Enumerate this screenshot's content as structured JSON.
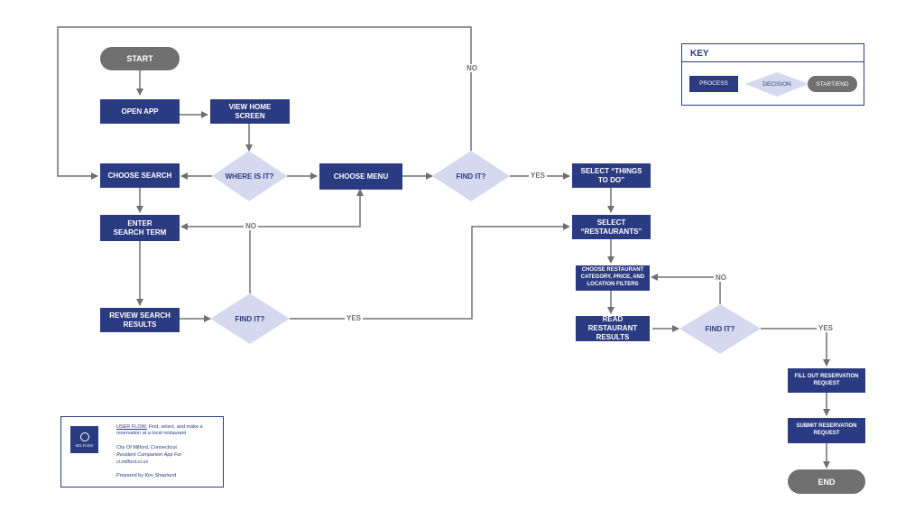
{
  "nodes": {
    "start": "START",
    "open_app": "OPEN APP",
    "view_home": "VIEW HOME\nSCREEN",
    "where_is_it": "WHERE IS IT?",
    "choose_search": "CHOOSE SEARCH",
    "choose_menu": "CHOOSE MENU",
    "find_it_menu": "FIND IT?",
    "enter_search": "ENTER\nSEARCH TERM",
    "review_search": "REVIEW SEARCH\nRESULTS",
    "find_it_search": "FIND IT?",
    "select_things": "SELECT “THINGS\nTO DO”",
    "select_restaurants": "SELECT\n“RESTAURANTS”",
    "choose_filters": "CHOOSE RESTAURANT\nCATEGORY, PRICE, AND\nLOCATION FILTERS",
    "read_results": "READ RESTAURANT\nRESULTS",
    "find_it_results": "FIND IT?",
    "fill_out": "FILL OUT RESERVATION\nREQUEST",
    "submit": "SUBMIT RESERVATION\nREQUEST",
    "end": "END"
  },
  "edge_labels": {
    "menu_no": "NO",
    "menu_yes": "YES",
    "search_no": "NO",
    "search_yes": "YES",
    "results_no": "NO",
    "results_yes": "YES"
  },
  "key": {
    "title": "KEY",
    "process": "PROCESS",
    "decision": "DECISION",
    "start_end": "START/END"
  },
  "info": {
    "logo_text": "MILFORD",
    "user_flow_label": "USER FLOW:",
    "user_flow_text": " Find, select, and make a reservation at a local restaurant",
    "city": "City Of Milford, Connecticut",
    "app": "Resident Companion App For",
    "url": "ci.milford.ct.us",
    "prepared": "Prepared by Kim Shepherd"
  },
  "colors": {
    "process": "#2b3b82",
    "decision": "#d5d9ef",
    "terminal": "#707070",
    "arrow": "#707070"
  }
}
